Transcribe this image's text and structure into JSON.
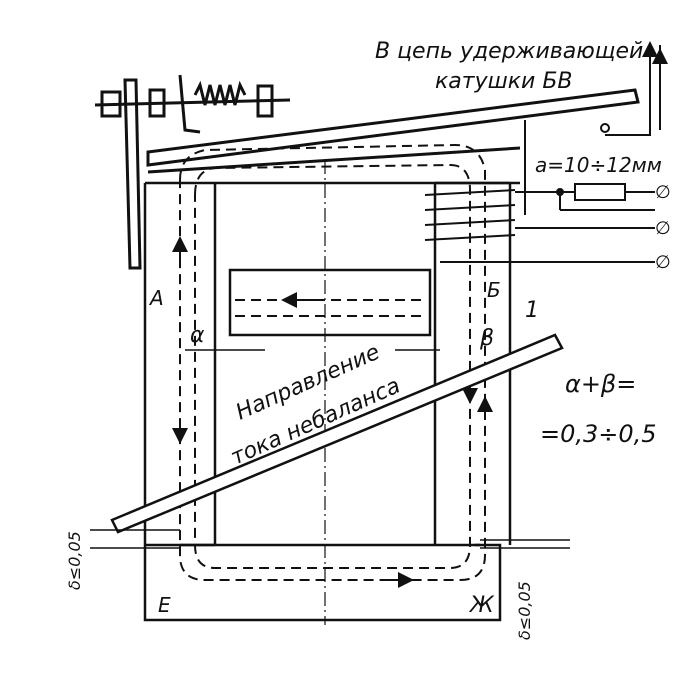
{
  "diagram": {
    "caption_top_line1": "В цепь удерживающей",
    "caption_top_line2": "катушки БВ",
    "gap_label": "a=10÷12мм",
    "label_A": "А",
    "label_B": "Б",
    "label_E": "Е",
    "label_Zh": "Ж",
    "label_1": "1",
    "label_alpha": "α",
    "label_beta": "β",
    "diag_text_line1": "Направление",
    "diag_text_line2": "тока небаланса",
    "formula_line1": "α+β=",
    "formula_line2": "=0,3÷0,5",
    "delta_left": "δ≤0,05",
    "delta_right": "δ≤0,05",
    "terminal_symbol": "∅"
  }
}
